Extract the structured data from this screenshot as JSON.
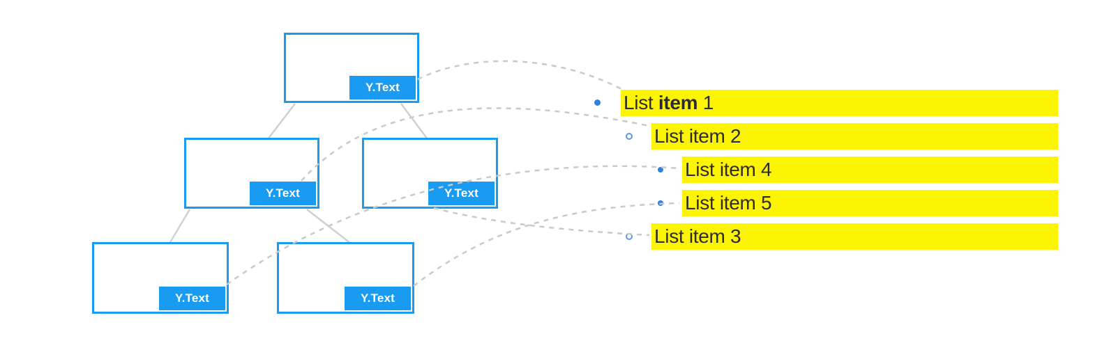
{
  "figure": {
    "kind": "tree-to-list-mapping-diagram"
  },
  "tree": {
    "nodes": [
      {
        "id": "root",
        "badge_label": "Y.Text"
      },
      {
        "id": "child-left",
        "badge_label": "Y.Text"
      },
      {
        "id": "child-right",
        "badge_label": "Y.Text"
      },
      {
        "id": "grandchild-left",
        "badge_label": "Y.Text"
      },
      {
        "id": "grandchild-right",
        "badge_label": "Y.Text"
      }
    ]
  },
  "list": {
    "items": [
      {
        "prefix": "List ",
        "bold": "item",
        "suffix": " 1",
        "bullet": "filled-disc",
        "indent": 0,
        "maps_to": "root"
      },
      {
        "prefix": "List item 2",
        "bold": "",
        "suffix": "",
        "bullet": "hollow-circle",
        "indent": 1,
        "maps_to": "child-left"
      },
      {
        "prefix": "List item 4",
        "bold": "",
        "suffix": "",
        "bullet": "small-dot",
        "indent": 2,
        "maps_to": "grandchild-left"
      },
      {
        "prefix": "List item 5",
        "bold": "",
        "suffix": "",
        "bullet": "small-dot",
        "indent": 2,
        "maps_to": "grandchild-right"
      },
      {
        "prefix": "List item 3",
        "bold": "",
        "suffix": "",
        "bullet": "hollow-circle",
        "indent": 1,
        "maps_to": "child-right"
      }
    ]
  },
  "colors": {
    "node_border": "#189bf0",
    "badge_bg": "#189bf0",
    "badge_text": "#ffffff",
    "highlight_yellow": "#fcf403",
    "list_text": "#2c2c2e",
    "bullet_blue": "#2e7fe0",
    "hollow_bullet_blue": "#5b97e3",
    "dashed_connector": "#c9c9c9",
    "tree_edge": "#d0d0d0"
  }
}
